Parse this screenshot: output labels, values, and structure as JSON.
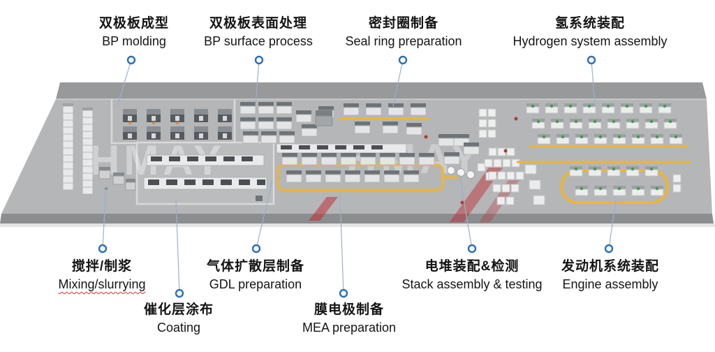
{
  "watermark": {
    "text": "HMAY"
  },
  "colors": {
    "marker": "#2e6fb7",
    "conveyor": "#f2b52b",
    "floor": "#b4b6b8"
  },
  "labels": {
    "bp_molding": {
      "zh": "双极板成型",
      "en": "BP molding"
    },
    "bp_surface": {
      "zh": "双极板表面处理",
      "en": "BP surface process"
    },
    "seal_ring": {
      "zh": "密封圈制备",
      "en": "Seal ring preparation"
    },
    "hydrogen": {
      "zh": "氢系统装配",
      "en": "Hydrogen system assembly"
    },
    "mixing": {
      "zh": "搅拌/制浆",
      "en": "Mixing/slurrying"
    },
    "gdl": {
      "zh": "气体扩散层制备",
      "en": "GDL preparation"
    },
    "coating": {
      "zh": "催化层涂布",
      "en": "Coating"
    },
    "mea": {
      "zh": "膜电极制备",
      "en": "MEA preparation"
    },
    "stack": {
      "zh": "电堆装配&检测",
      "en": "Stack assembly & testing"
    },
    "engine": {
      "zh": "发动机系统装配",
      "en": "Engine assembly"
    }
  }
}
